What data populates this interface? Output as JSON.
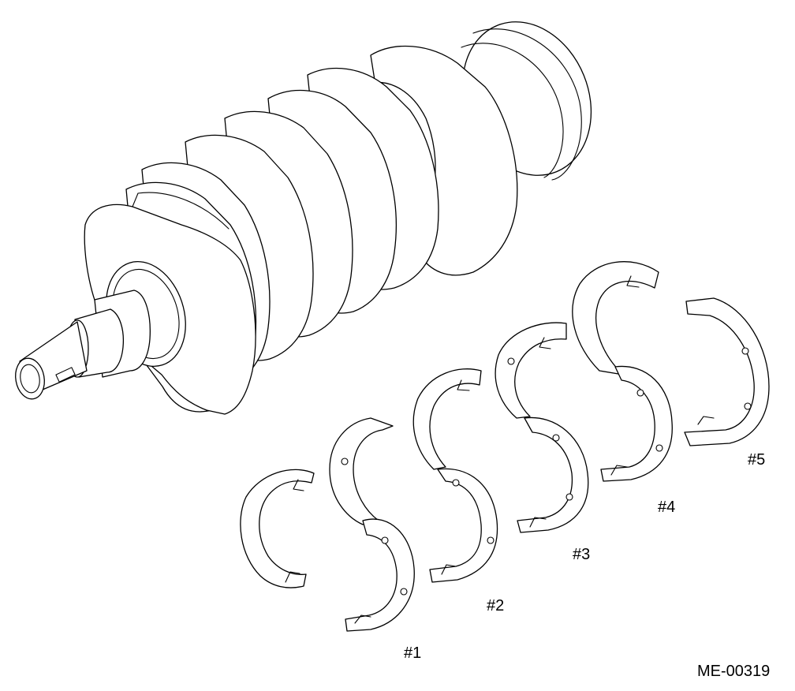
{
  "diagram": {
    "bearing_labels": [
      "#1",
      "#2",
      "#3",
      "#4",
      "#5"
    ],
    "figure_code": "ME-00319"
  }
}
